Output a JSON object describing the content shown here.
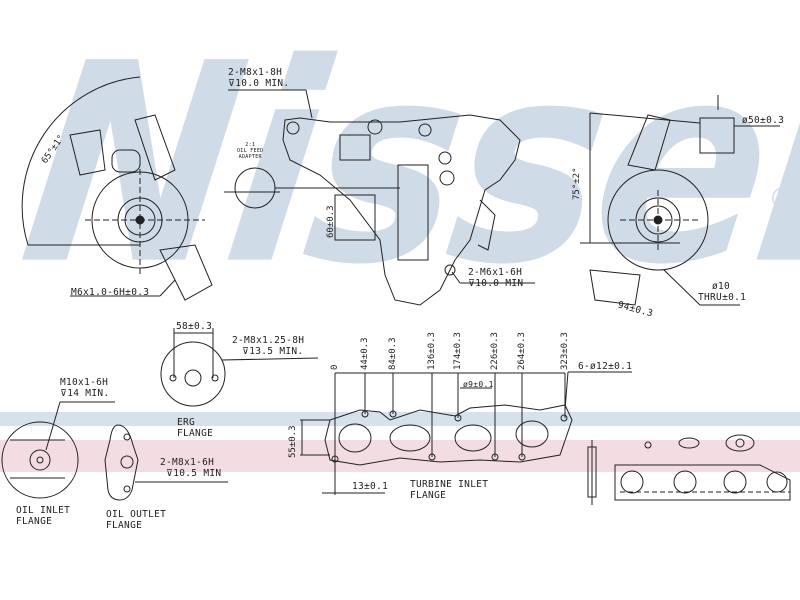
{
  "watermark": {
    "brand": "Nissens",
    "registered": "®"
  },
  "colors": {
    "line": "#222222",
    "watermark": "#cfdbe7",
    "band_blue": "#d6e1ec",
    "band_pink": "#f3dde2"
  },
  "labels": {
    "top_thread": [
      "2-M8x1-8H",
      "⊽10.0 MIN."
    ],
    "left_angle": "65°±1°",
    "left_thread": "M6x1.0-6H±0.3",
    "oil_feed": [
      "2:1",
      "OIL FEED",
      "ADAPTER"
    ],
    "dim_60": "60±0.3",
    "mid_thread": [
      "2-M6x1-6H",
      "⊽10.0 MIN"
    ],
    "right_dia": "ø50±0.3",
    "right_angle": "75°±2°",
    "right_hole": [
      "ø10",
      "THRU±0.1"
    ],
    "right_dim_94": "94±0.3",
    "egr_dim": "58±0.3",
    "egr_thread": [
      "2-M8x1.25-8H",
      "⊽13.5 MIN."
    ],
    "egr_flange": [
      "ERG",
      "FLANGE"
    ],
    "oil_inlet_thread": [
      "M10x1-6H",
      "⊽14 MIN."
    ],
    "oil_inlet_flange": [
      "OIL INLET",
      "FLANGE"
    ],
    "oil_outlet_thread": [
      "2-M8x1-6H",
      "⊽10.5 MIN"
    ],
    "oil_outlet_flange": [
      "OIL OUTLET",
      "FLANGE"
    ],
    "turbine_dims": [
      "0",
      "44±0.3",
      "84±0.3",
      "136±0.3",
      "174±0.3",
      "226±0.3",
      "264±0.3",
      "323±0.3"
    ],
    "turbine_holes": "6-ø12±0.1",
    "turbine_hole_small": "ø9±0.1",
    "turbine_height": "55±0.3",
    "turbine_offset": "13±0.1",
    "turbine_flange": [
      "TURBINE INLET",
      "FLANGE"
    ]
  }
}
